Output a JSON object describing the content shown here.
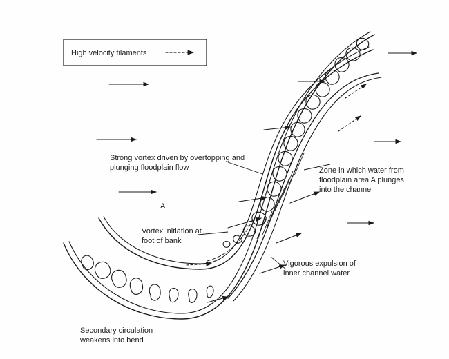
{
  "legend": {
    "label": "High velocity filaments",
    "arrow_glyph": "- - -▸"
  },
  "labels": {
    "zone_a": "A",
    "strong_vortex": [
      "Strong vortex driven by overtopping and",
      "plunging floodplain flow"
    ],
    "zone_plunge": [
      "Zone in which water from",
      "floodplain area A plunges",
      "into the channel"
    ],
    "vortex_initiation": [
      "Vortex initiation at",
      "foot of bank"
    ],
    "expulsion": [
      "Vigorous expulsion of",
      "inner channel water"
    ],
    "secondary": [
      "Secondary circulation",
      "weakens into bend"
    ]
  },
  "colors": {
    "ink": "#1a1a1a",
    "paper": "#fefefe"
  }
}
